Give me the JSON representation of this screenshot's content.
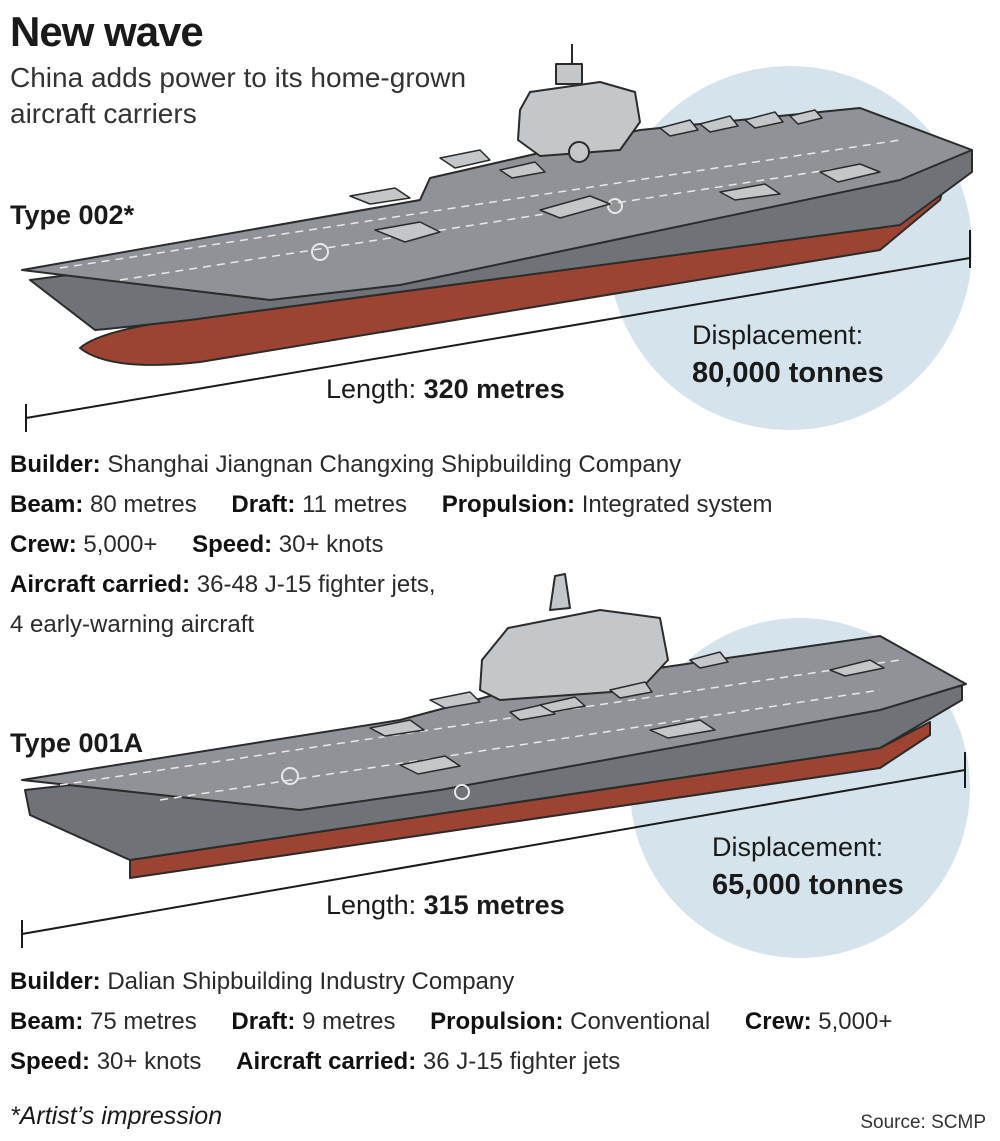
{
  "header": {
    "title": "New wave",
    "subtitle": "China adds power to its home-grown aircraft carriers"
  },
  "ships": [
    {
      "label": "Type 002*",
      "length_prefix": "Length:",
      "length_value": "320 metres",
      "displacement_label": "Displacement:",
      "displacement_value": "80,000 tonnes",
      "specs": {
        "builder_label": "Builder:",
        "builder": "Shanghai Jiangnan Changxing Shipbuilding Company",
        "beam_label": "Beam:",
        "beam": "80 metres",
        "draft_label": "Draft:",
        "draft": "11 metres",
        "propulsion_label": "Propulsion:",
        "propulsion": "Integrated system",
        "crew_label": "Crew:",
        "crew": "5,000+",
        "speed_label": "Speed:",
        "speed": "30+ knots",
        "aircraft_label": "Aircraft carried:",
        "aircraft_1": "36-48 J-15 fighter jets,",
        "aircraft_2": "4 early-warning aircraft"
      }
    },
    {
      "label": "Type 001A",
      "length_prefix": "Length:",
      "length_value": "315 metres",
      "displacement_label": "Displacement:",
      "displacement_value": "65,000 tonnes",
      "specs": {
        "builder_label": "Builder:",
        "builder": "Dalian Shipbuilding Industry Company",
        "beam_label": "Beam:",
        "beam": "75 metres",
        "draft_label": "Draft:",
        "draft": "9 metres",
        "propulsion_label": "Propulsion:",
        "propulsion": "Conventional",
        "crew_label": "Crew:",
        "crew": "5,000+",
        "speed_label": "Speed:",
        "speed": "30+ knots",
        "aircraft_label": "Aircraft carried:",
        "aircraft": "36 J-15 fighter jets"
      }
    }
  ],
  "footer": {
    "footnote": "*Artist’s impression",
    "source": "Source: SCMP"
  },
  "colors": {
    "circle": "#d5e4ec",
    "deck": "#8f9398",
    "deck_light": "#b4b8bc",
    "hull_side": "#6f7378",
    "hull_red": "#9c4431",
    "island": "#c4c7ca",
    "outline": "#2b2b2b"
  }
}
